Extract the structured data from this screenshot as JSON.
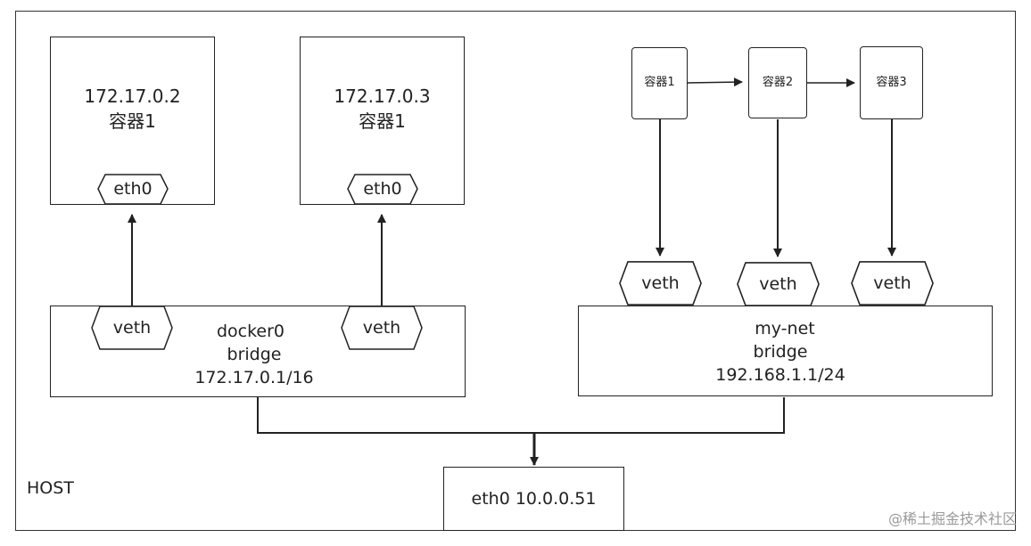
{
  "host": {
    "label": "HOST"
  },
  "docker0_side": {
    "container_a": {
      "ip": "172.17.0.2",
      "name": "容器1",
      "iface": "eth0"
    },
    "container_b": {
      "ip": "172.17.0.3",
      "name": "容器1",
      "iface": "eth0"
    },
    "bridge": {
      "name": "docker0",
      "type": "bridge",
      "subnet": "172.17.0.1/16",
      "veth_left": "veth",
      "veth_right": "veth"
    }
  },
  "mynet_side": {
    "containers": [
      "容器1",
      "容器2",
      "容器3"
    ],
    "veths": [
      "veth",
      "veth",
      "veth"
    ],
    "bridge": {
      "name": "my-net",
      "type": "bridge",
      "subnet": "192.168.1.1/24"
    }
  },
  "host_iface": {
    "label": "eth0 10.0.0.51"
  },
  "watermark": "@稀土掘金技术社区"
}
